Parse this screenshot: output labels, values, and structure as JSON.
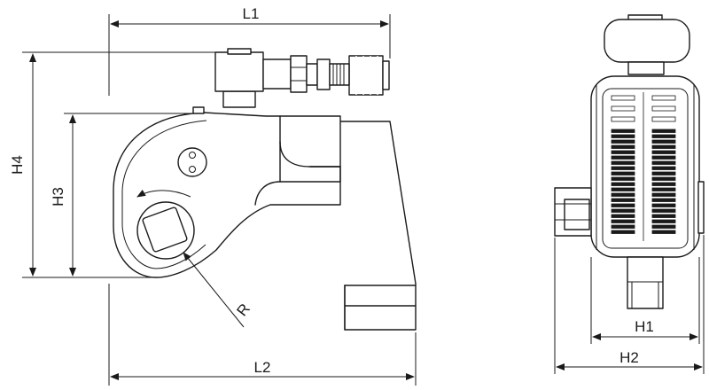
{
  "dimension_labels": {
    "L1": "L1",
    "L2": "L2",
    "H1": "H1",
    "H2": "H2",
    "H3": "H3",
    "H4": "H4",
    "R": "R"
  }
}
